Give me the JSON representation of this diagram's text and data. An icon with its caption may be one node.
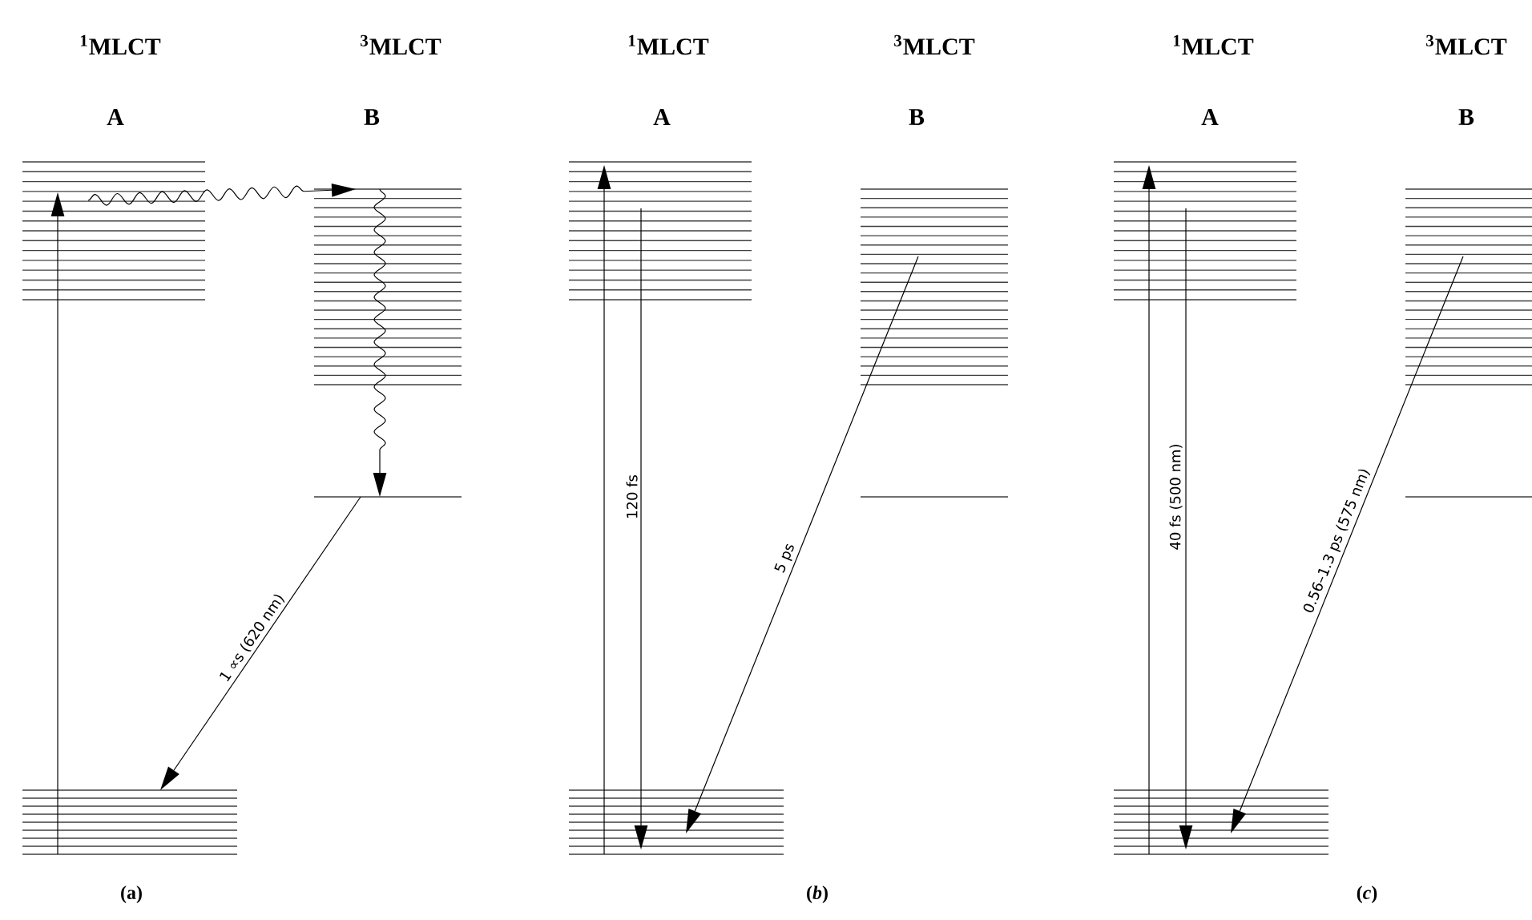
{
  "diagram": {
    "nodes": [
      {
        "text": [],
        "shape": "bar"
      },
      {
        "text": [],
        "shape": "bar"
      },
      {
        "text": [],
        "shape": "bar"
      },
      {
        "text": [],
        "shape": "bar"
      },
      {
        "text": [],
        "shape": "bar"
      },
      {
        "text": [],
        "shape": "bar"
      },
      {
        "text": [],
        "shape": "bar"
      },
      {
        "text": [],
        "shape": "bar"
      },
      {
        "text": [],
        "shape": "bar"
      },
      {
        "text": [],
        "shape": "bar"
      },
      {
        "text": [],
        "shape": "bar"
      },
      {
        "text": [],
        "shape": "bar"
      }
    ],
    "edges": [
      {
        "from": 3,
        "to": 0,
        "arrow": "to"
      },
      {
        "from": 0,
        "to": 1,
        "arrow": "to"
      },
      {
        "from": 1,
        "to": 2,
        "arrow": "to"
      },
      {
        "from": 2,
        "to": 3,
        "arrow": "to",
        "label": "1 ∝s (620 nm)"
      },
      {
        "from": 7,
        "to": 4,
        "arrow": "to"
      },
      {
        "from": 4,
        "to": 7,
        "arrow": "to",
        "label": "120 fs"
      },
      {
        "from": 5,
        "to": 7,
        "arrow": "to",
        "label": "5 ps"
      },
      {
        "from": 11,
        "to": 8,
        "arrow": "to"
      },
      {
        "from": 8,
        "to": 11,
        "arrow": "to",
        "label": "40 fs (500 nm)"
      },
      {
        "from": 9,
        "to": 11,
        "arrow": "to",
        "label": "0.56–1.3 ps (575 nm)"
      }
    ],
    "labels": [
      "$^{1}$MLCT",
      "$^{3}$MLCT",
      "$^{1}$MLCT",
      "$^{3}$MLCT",
      "$^{1}$MLCT",
      "$^{3}$MLCT",
      "A",
      "B",
      "A",
      "B",
      "A",
      "B",
      "(a)",
      "(*b*)",
      "(*c*)"
    ]
  }
}
